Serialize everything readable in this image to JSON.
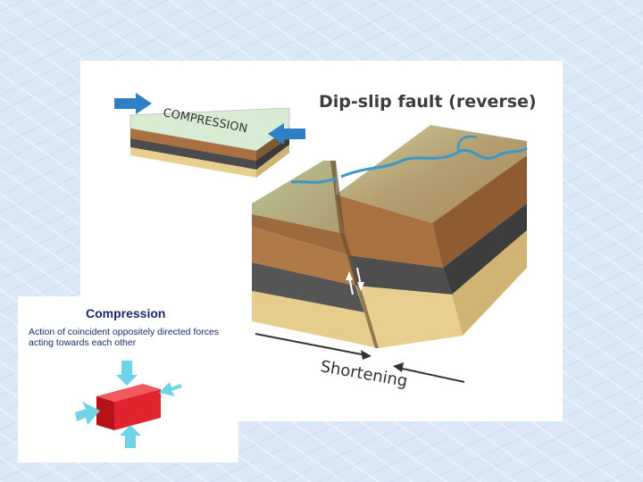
{
  "main_figure": {
    "title": "Dip-slip fault (reverse)",
    "block_label": "COMPRESSION",
    "bottom_label": "Shortening"
  },
  "inset": {
    "title": "Compression",
    "description": "Action of coincident oppositely directed forces acting towards each other"
  },
  "colors": {
    "arrow_blue": "#2f7fc6",
    "ground_green": "#b9c79a",
    "soil_brown": "#a9713f",
    "rock_dark": "#4b4b4b",
    "sand_tan": "#e8cf8f",
    "river_blue": "#3a97c6",
    "inset_block_red": "#e0232c",
    "inset_arrow_cyan": "#6fd4e8"
  }
}
